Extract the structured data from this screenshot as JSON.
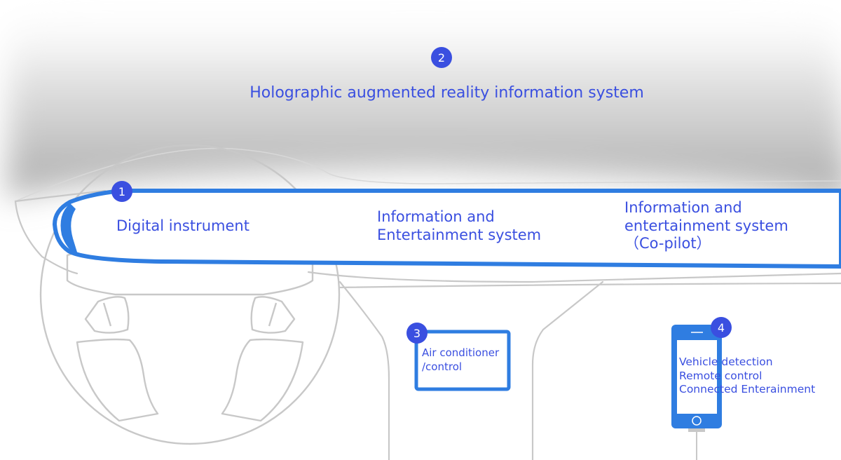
{
  "accent_color": "#3a4fe0",
  "outline_color": "#c8c8c8",
  "screen_color": "#2f7de1",
  "badges": [
    "1",
    "2",
    "3",
    "4"
  ],
  "hud": {
    "label": "Holographic augmented reality information system"
  },
  "digital_instrument": {
    "label": "Digital instrument"
  },
  "infotainment": {
    "lines": [
      "Information and",
      "Entertainment system"
    ]
  },
  "copilot": {
    "lines": [
      "Information and",
      "entertainment system",
      "（Co-pilot）"
    ]
  },
  "air_conditioner": {
    "lines": [
      "Air conditioner",
      "/control"
    ]
  },
  "phone": {
    "lines": [
      "Vehicle detection",
      "Remote control",
      "Connected Enterainment"
    ]
  }
}
